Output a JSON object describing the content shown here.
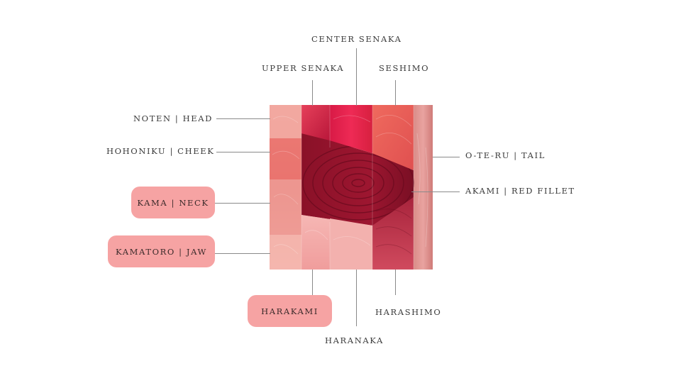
{
  "labels": {
    "center_senaka": "CENTER SENAKA",
    "upper_senaka": "UPPER SENAKA",
    "seshimo": "SESHIMO",
    "noten_head": "NOTEN | HEAD",
    "hohoniku_cheek": "HOHONIKU | CHEEK",
    "kama_neck": "KAMA | NECK",
    "kamatoro_jaw": "KAMATORO | JAW",
    "harakami": "HARAKAMI",
    "haranaka": "HARANAKA",
    "harashimo": "HARASHIMO",
    "oteru_tail": "O-TE-RU | TAIL",
    "akami_red_fillet": "AKAMI | RED FILLET"
  },
  "highlighted": [
    "kama_neck",
    "kamatoro_jaw",
    "harakami"
  ],
  "colors": {
    "highlight_pill": "#f6a3a3",
    "text": "#3a3a3a",
    "leader_line": "#8a8a8a",
    "tuna_light": "#f3a4a0",
    "tuna_mid": "#e2555f",
    "tuna_red": "#c51a3a",
    "tuna_dark": "#7c0f24"
  }
}
